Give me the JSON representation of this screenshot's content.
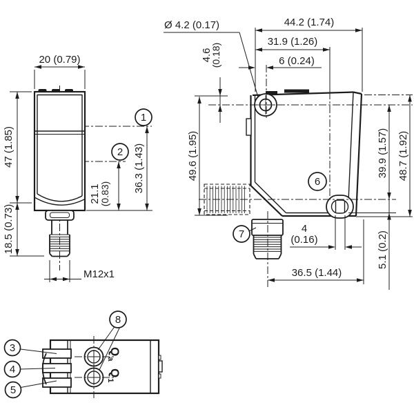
{
  "drawing": {
    "front_view": {
      "dim_width": "20 (0.79)",
      "dim_height": "47 (1.85)",
      "dim_connector": "18.5 (0.73)",
      "dim_axis2_mm": "21.1",
      "dim_axis2_in": "(0.83)",
      "dim_axis1": "36.3 (1.43)",
      "thread_label": "M12x1",
      "callout_1": "1",
      "callout_2": "2"
    },
    "side_view": {
      "dim_hole_dia": "Ø 4.2 (0.17)",
      "dim_depth": "44.2 (1.74)",
      "dim_hole_x": "31.9 (1.26)",
      "dim_hole_front": "6 (0.24)",
      "dim_hole_top_mm": "4.6",
      "dim_hole_top_in": "(0.18)",
      "dim_height_overall": "49.6 (1.95)",
      "dim_slot_y": "39.9 (1.57)",
      "dim_height": "48.7 (1.92)",
      "dim_slot_w_mm": "4",
      "dim_slot_w_in": "(0.16)",
      "dim_connector_x": "36.5 (1.44)",
      "dim_slot_bottom": "5.1 (0.2)",
      "callout_6": "6",
      "callout_7": "7"
    },
    "bottom_view": {
      "callout_3": "3",
      "callout_4": "4",
      "callout_5": "5",
      "callout_8": "8",
      "label_qa_main": "Q",
      "label_qa_sub": "a",
      "label_q1_main": "Q",
      "label_q1_sub": "1"
    }
  }
}
